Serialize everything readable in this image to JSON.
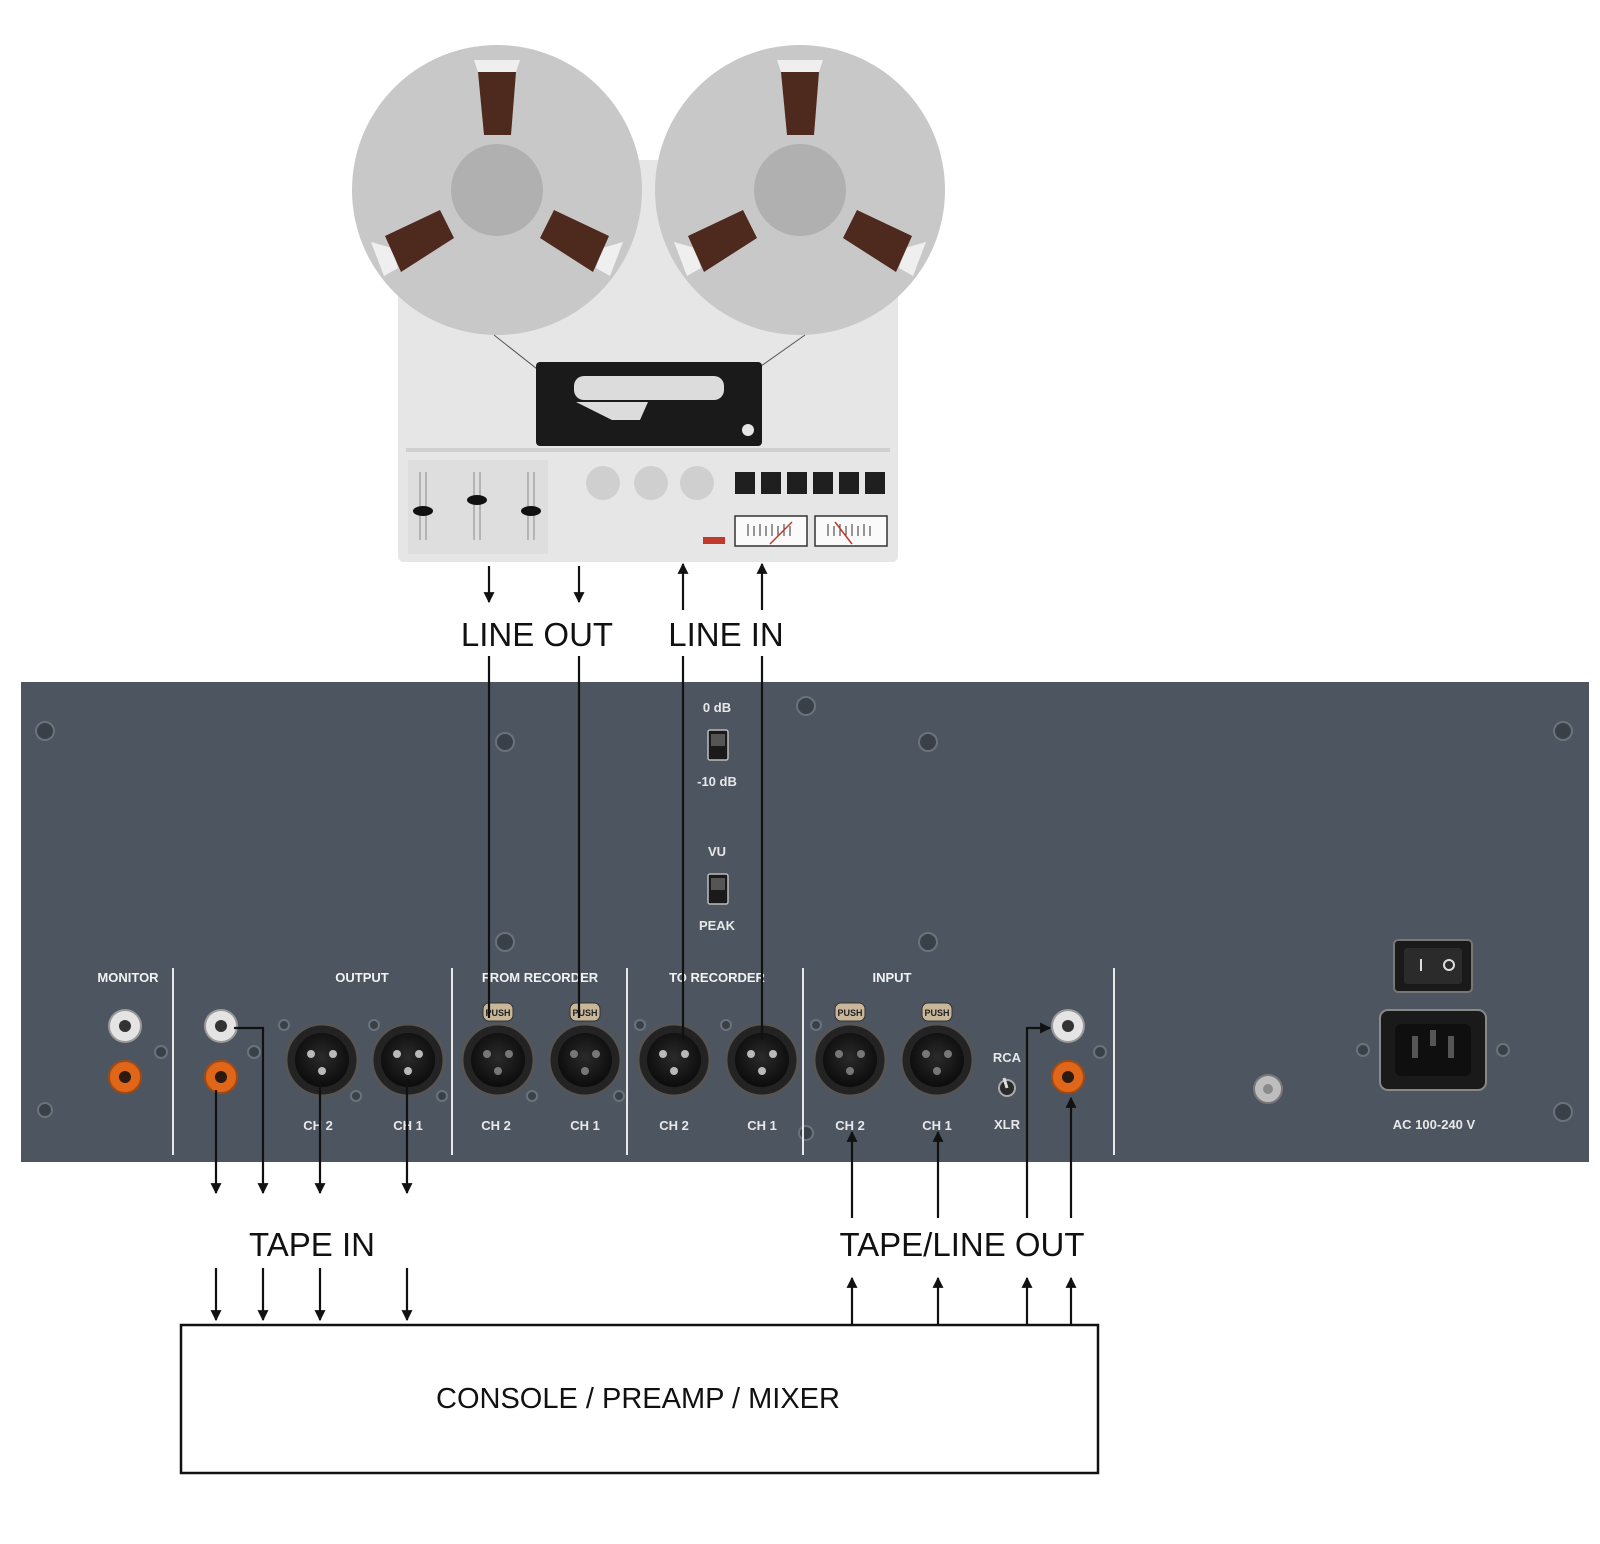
{
  "labels": {
    "line_out": "LINE OUT",
    "line_in": "LINE IN",
    "tape_in": "TAPE IN",
    "tape_line_out": "TAPE/LINE OUT",
    "console": "CONSOLE / PREAMP / MIXER"
  },
  "panel": {
    "switch_level_top": "0 dB",
    "switch_level_bottom": "-10 dB",
    "switch_meter_top": "VU",
    "switch_meter_bottom": "PEAK",
    "section_monitor": "MONITOR",
    "section_output": "OUTPUT",
    "section_from_recorder": "FROM RECORDER",
    "section_to_recorder": "TO RECORDER",
    "section_input": "INPUT",
    "rca": "RCA",
    "xlr": "XLR",
    "power": "AC 100-240 V",
    "push": "PUSH",
    "output_ch2": "CH 2",
    "output_ch1": "CH 1",
    "from_ch2": "CH 2",
    "from_ch1": "CH 1",
    "to_ch2": "CH 2",
    "to_ch1": "CH 1",
    "input_ch2": "CH 2",
    "input_ch1": "CH 1"
  },
  "colors": {
    "panel": "#4d5560",
    "reel": "#c8c8c8",
    "reel_spoke": "#4e2a1e",
    "deck_body": "#e6e6e6",
    "rca_orange": "#e0671a",
    "meter_needle": "#c0392b"
  }
}
